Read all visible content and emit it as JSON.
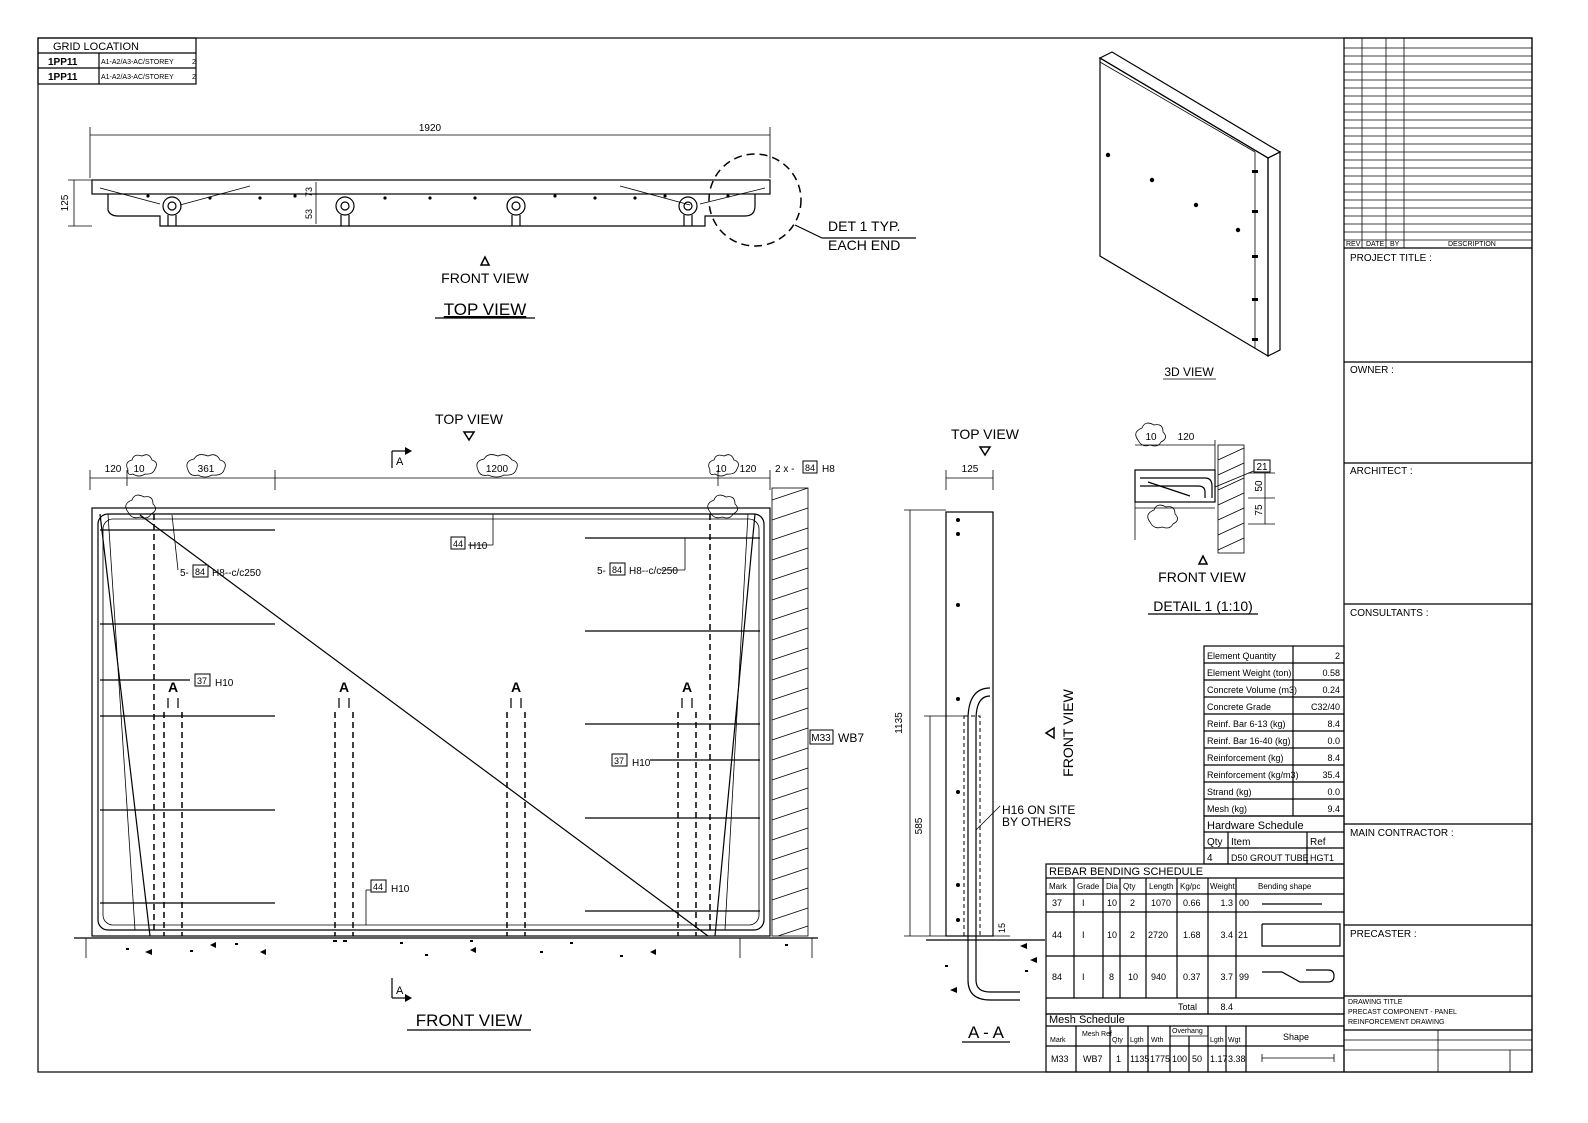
{
  "grid_location": {
    "header": "GRID LOCATION",
    "rows": [
      {
        "mark": "1PP11",
        "location": "A1-A2/A3-AC/STOREY",
        "qty": "2"
      },
      {
        "mark": "1PP11",
        "location": "A1-A2/A3-AC/STOREY",
        "qty": "2"
      }
    ]
  },
  "top_view": {
    "dim_length": "1920",
    "dim_thickness": "125",
    "dim_a": "73",
    "dim_b": "53",
    "detail_callout_1": "DET 1 TYP.",
    "detail_callout_2": "EACH END",
    "front_view_marker": "FRONT VIEW",
    "title": "TOP VIEW"
  },
  "front_view": {
    "top_view_marker": "TOP VIEW",
    "section_marker": "A",
    "dim_120_left": "120",
    "dim_10_left": "10",
    "dim_361": "361",
    "dim_1200": "1200",
    "dim_10_right": "10",
    "dim_120_right": "120",
    "bars_top": "2 x -",
    "bars_top_mark": "84",
    "bars_top_size": "H8",
    "label_44_top_mark": "44",
    "label_44_top": "H10",
    "label_84_left_prefix": "5-",
    "label_84_left_mark": "84",
    "label_84_left": "H8--c/c250",
    "label_84_right_prefix": "5-",
    "label_84_right_mark": "84",
    "label_84_right": "H8--c/c250",
    "label_37_left_mark": "37",
    "label_37_left": "H10",
    "label_37_right_mark": "37",
    "label_37_right": "H10",
    "label_44_bottom_mark": "44",
    "label_44_bottom": "H10",
    "mesh_mark": "M33",
    "mesh_label": "WB7",
    "grout_markers": [
      "A",
      "A",
      "A",
      "A"
    ],
    "title": "FRONT VIEW"
  },
  "section_aa": {
    "top_view_marker": "TOP VIEW",
    "dim_125": "125",
    "dim_1135": "1135",
    "dim_585": "585",
    "dim_15": "15",
    "note_1": "H16 ON SITE",
    "note_2": "BY OTHERS",
    "front_view_marker": "FRONT VIEW",
    "title": "A - A"
  },
  "view_3d": {
    "title": "3D VIEW"
  },
  "detail_1": {
    "dim_10": "10",
    "dim_120": "120",
    "mark_21": "21",
    "dim_50": "50",
    "dim_75": "75",
    "front_view_marker": "FRONT VIEW",
    "title": "DETAIL 1 (1:10)"
  },
  "element_summary": [
    {
      "label": "Element Quantity",
      "value": "2"
    },
    {
      "label": "Element Weight (ton)",
      "value": "0.58"
    },
    {
      "label": "Concrete Volume (m3)",
      "value": "0.24"
    },
    {
      "label": "Concrete Grade",
      "value": "C32/40"
    },
    {
      "label": "Reinf. Bar 6-13 (kg)",
      "value": "8.4"
    },
    {
      "label": "Reinf. Bar 16-40 (kg)",
      "value": "0.0"
    },
    {
      "label": "Reinforcement (kg)",
      "value": "8.4"
    },
    {
      "label": "Reinforcement (kg/m3)",
      "value": "35.4"
    },
    {
      "label": "Strand (kg)",
      "value": "0.0"
    },
    {
      "label": "Mesh (kg)",
      "value": "9.4"
    }
  ],
  "hardware_schedule": {
    "title": "Hardware Schedule",
    "headers": [
      "Qty",
      "Item",
      "Ref"
    ],
    "rows": [
      [
        "4",
        "D50 GROUT TUBE",
        "HGT1"
      ]
    ]
  },
  "rebar_schedule": {
    "title": "REBAR BENDING SCHEDULE",
    "headers": [
      "Mark",
      "Grade",
      "Dia",
      "Qty",
      "Length",
      "Kg/pc",
      "Weight",
      "Bending shape"
    ],
    "rows": [
      [
        "37",
        "I",
        "10",
        "2",
        "1070",
        "0.66",
        "1.3",
        "00"
      ],
      [
        "44",
        "I",
        "10",
        "2",
        "2720",
        "1.68",
        "3.4",
        "21"
      ],
      [
        "84",
        "I",
        "8",
        "10",
        "940",
        "0.37",
        "3.7",
        "99"
      ]
    ],
    "total_label": "Total",
    "total_value": "8.4"
  },
  "mesh_schedule": {
    "title": "Mesh Schedule",
    "headers": [
      "Mark",
      "Mesh Ref",
      "Qty",
      "Lgth",
      "Wth",
      "Overhang",
      "",
      "Lgth",
      "Wgt",
      "Shape"
    ],
    "rows": [
      [
        "M33",
        "WB7",
        "1",
        "1135",
        "1775",
        "100",
        "50",
        "1.17",
        "3.38",
        ""
      ]
    ]
  },
  "title_block": {
    "revision_headers": [
      "REV",
      "DATE",
      "BY",
      "DESCRIPTION"
    ],
    "project_title": "PROJECT TITLE :",
    "owner": "OWNER :",
    "architect": "ARCHITECT :",
    "consultants": "CONSULTANTS :",
    "main_contractor": "MAIN CONTRACTOR :",
    "precaster": "PRECASTER :",
    "drawing_title_label": "DRAWING TITLE",
    "drawing_title_1": "PRECAST COMPONENT - PANEL",
    "drawing_title_2": "REINFORCEMENT DRAWING"
  }
}
